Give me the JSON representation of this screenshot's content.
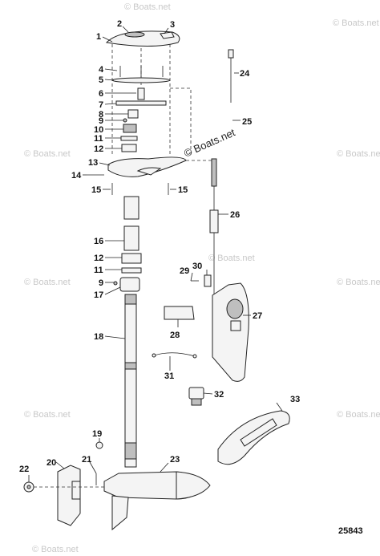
{
  "watermarks": {
    "main": "© Boats.net",
    "tile": "© Boats.net"
  },
  "figure_number": "25843",
  "callouts": [
    "1",
    "2",
    "3",
    "4",
    "5",
    "6",
    "7",
    "8",
    "9",
    "10",
    "11",
    "12",
    "13",
    "14",
    "15",
    "15",
    "16",
    "12",
    "11",
    "9",
    "17",
    "18",
    "19",
    "20",
    "21",
    "22",
    "23",
    "24",
    "25",
    "26",
    "27",
    "28",
    "29",
    "30",
    "31",
    "32",
    "33"
  ]
}
